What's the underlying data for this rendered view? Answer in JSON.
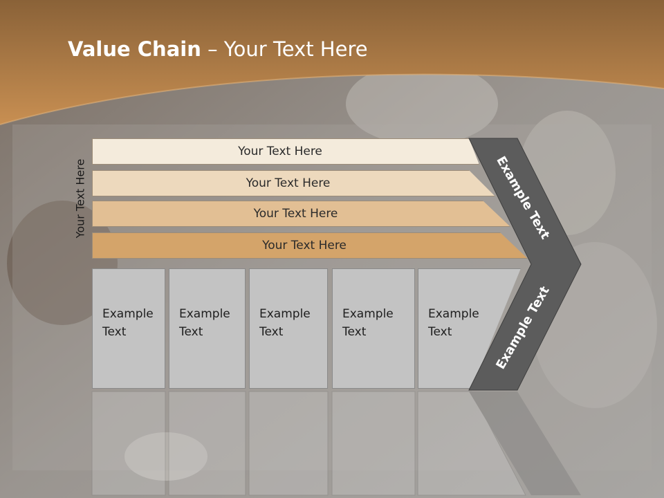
{
  "title": {
    "bold": "Value Chain",
    "rest": " – Your Text Here"
  },
  "side_label": "Your Text Here",
  "bands": [
    "Your Text Here",
    "Your Text Here",
    "Your Text Here",
    "Your Text Here"
  ],
  "boxes": [
    [
      "Example",
      "Text"
    ],
    [
      "Example",
      "Text"
    ],
    [
      "Example",
      "Text"
    ],
    [
      "Example",
      "Text"
    ],
    [
      "Example",
      "Text"
    ]
  ],
  "chevron": {
    "upper_label": "Example Text",
    "lower_label": "Example Text"
  },
  "colors": {
    "header": "#b57d3f",
    "chevron": "#5c5c5c",
    "band_light": "#f4ebdc",
    "band_dark": "#d4a46a",
    "box": "#c3c3c3"
  }
}
